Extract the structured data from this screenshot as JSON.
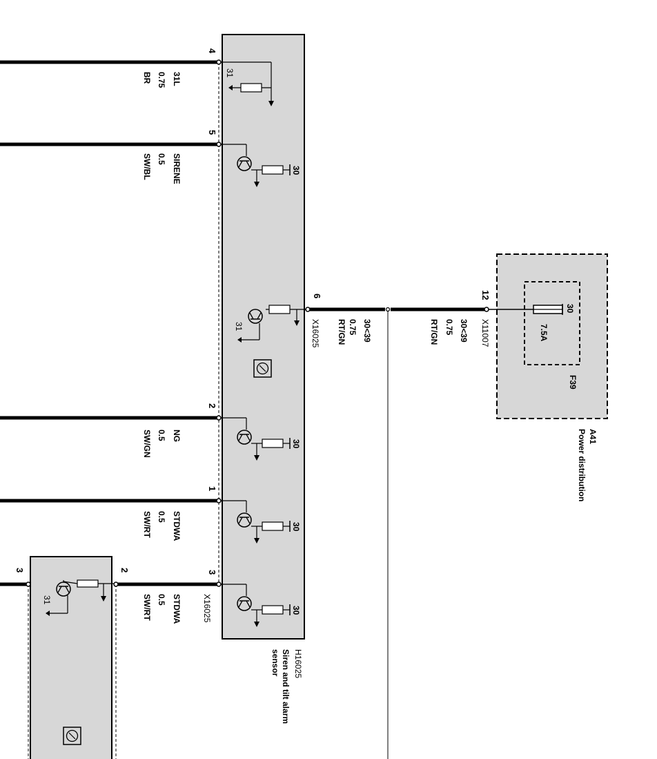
{
  "module_h16025": {
    "id": "H16025",
    "name_line1": "Siren and tilt alarm",
    "name_line2": "sensor",
    "connector_lower": "X16025",
    "connector_mid": "X16025"
  },
  "module_a41": {
    "id": "A41",
    "name": "Power distribution",
    "connector": "X11007",
    "pin": "12",
    "fuse_id": "F39",
    "fuse_rating": "7.5A",
    "fuse_terminal": "30"
  },
  "wires": {
    "w4": {
      "pin": "4",
      "signal": "31L",
      "size": "0.75",
      "color": "BR",
      "ground": "31"
    },
    "w5": {
      "pin": "5",
      "signal": "SIRENE",
      "size": "0.5",
      "color": "SW/BL",
      "supply": "30"
    },
    "w6": {
      "pin": "6",
      "ground": "31"
    },
    "w2": {
      "pin": "2",
      "signal": "NG",
      "size": "0.5",
      "color": "SW/GN",
      "supply": "30"
    },
    "w1": {
      "pin": "1",
      "signal": "STDWA",
      "size": "0.5",
      "color": "SW/RT",
      "supply": "30"
    },
    "w3": {
      "pin": "3",
      "signal": "STDWA",
      "size": "0.5",
      "color": "SW/RT",
      "supply": "30"
    }
  },
  "power_feed": {
    "seg1": {
      "signal": "30<39",
      "size": "0.75",
      "color": "RT/GN"
    },
    "seg2": {
      "signal": "30<39",
      "size": "0.75",
      "color": "RT/GN"
    }
  },
  "lower_module": {
    "pin_left": "3",
    "pin_right": "2",
    "ground": "31"
  }
}
